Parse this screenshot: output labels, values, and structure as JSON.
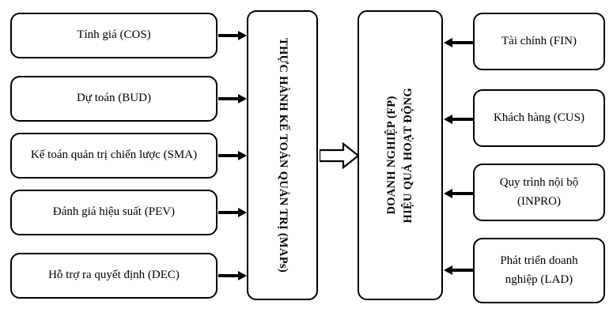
{
  "diagram": {
    "title_hidden": "",
    "colors": {
      "stroke": "#000000",
      "fill": "#ffffff"
    },
    "left_column": {
      "heading": "",
      "boxes": [
        {
          "label": "Tính giá (COS)"
        },
        {
          "label": "Dự toán (BUD)"
        },
        {
          "label": "Kế toán quản trị chiến lược (SMA)"
        },
        {
          "label": "Đánh giá hiệu suất (PEV)"
        },
        {
          "label": "Hỗ trợ ra quyết định (DEC)"
        }
      ]
    },
    "center": {
      "maps_box": {
        "label": "THỰC HÀNH KẾ TOÁN QUẢN TRỊ (MAPs)"
      },
      "fp_box": {
        "line1": "HIỆU QUẢ HOẠT ĐỘNG",
        "line2": "DOANH NGHIỆP (FP)"
      }
    },
    "right_column": {
      "boxes": [
        {
          "label": "Tài chính (FIN)"
        },
        {
          "label": "Khách hàng (CUS)"
        },
        {
          "line1": "Quy trình nội bộ",
          "line2": "(INPRO)"
        },
        {
          "line1": "Phát triển doanh",
          "line2": "nghiệp (LAD)"
        }
      ]
    },
    "connectors": {
      "left_to_maps": "arrow-right",
      "maps_to_fp": "block-arrow-right",
      "right_to_fp": "arrow-left"
    }
  }
}
